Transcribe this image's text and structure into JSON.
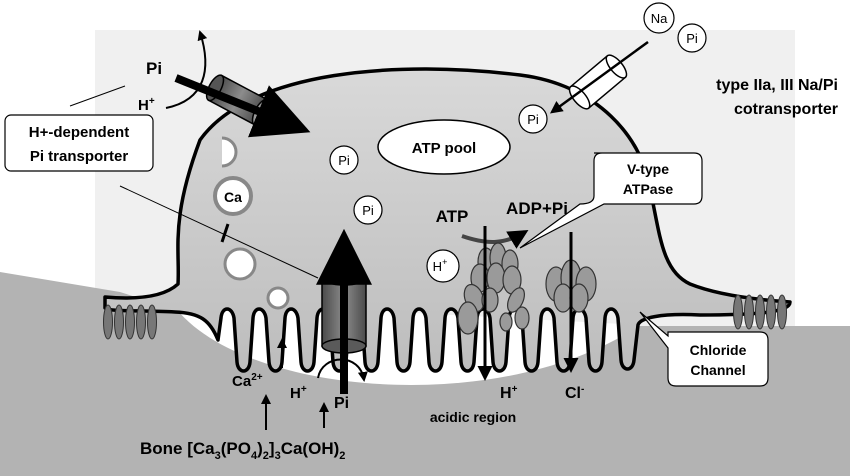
{
  "labels": {
    "pi_top": "Pi",
    "h_top": "H",
    "h_top_sup": "+",
    "h_dep_line1": "H+-dependent",
    "h_dep_line2": "Pi transporter",
    "ca": "Ca",
    "pi_circle_1": "Pi",
    "pi_circle_2": "Pi",
    "pi_circle_3": "Pi",
    "atp_pool": "ATP pool",
    "na": "Na",
    "pi_right": "Pi",
    "type_line1": "type IIa, III Na/Pi",
    "type_line2": "cotransporter",
    "vtype_line1": "V-type",
    "vtype_line2": "ATPase",
    "atp": "ATP",
    "adp": "ADP+Pi",
    "h_circle": "H",
    "h_circle_sup": "+",
    "ca_bottom": "Ca",
    "ca_bottom_sup": "2+",
    "h_bottom": "H",
    "h_bottom_sup": "+",
    "pi_bottom": "Pi",
    "h_acid": "H",
    "h_acid_sup": "+",
    "cl": "Cl",
    "cl_sup": "-",
    "acidic_region": "acidic region",
    "chloride_line1": "Chloride",
    "chloride_line2": "Channel",
    "bone_prefix": "Bone [Ca",
    "bone_sub1": "3",
    "bone_mid": "(PO",
    "bone_sub2": "4",
    "bone_mid2": ")",
    "bone_sub3": "2",
    "bone_mid3": "]",
    "bone_sub4": "3",
    "bone_suffix": "Ca(OH)",
    "bone_sub5": "2"
  }
}
